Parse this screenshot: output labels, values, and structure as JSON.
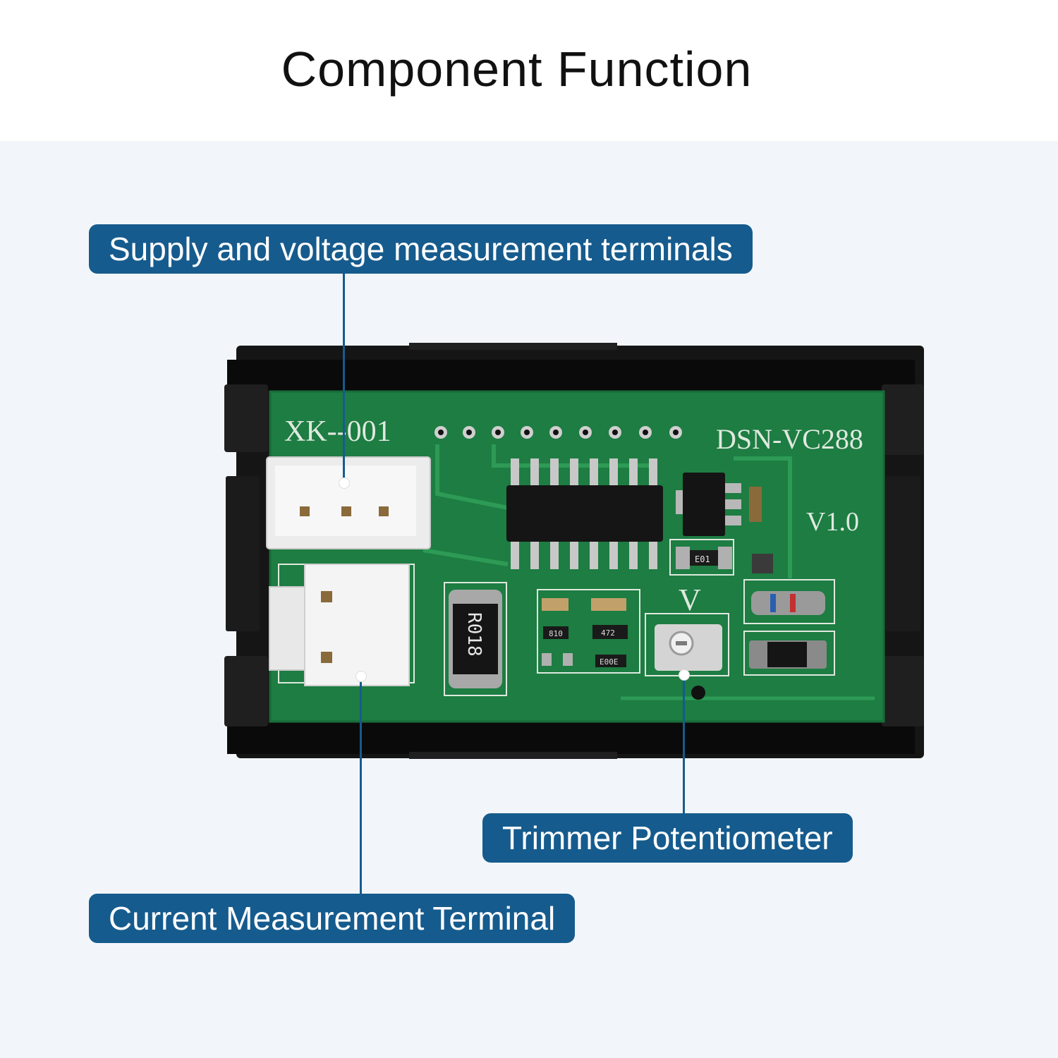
{
  "title": "Component Function",
  "callouts": {
    "supply": "Supply and voltage measurement terminals",
    "trimmer": "Trimmer Potentiometer",
    "current": "Current Measurement Terminal"
  },
  "board": {
    "model_left": "XK--001",
    "model_right": "DSN-VC288",
    "version": "V1.0",
    "pot_label": "V",
    "shunt_code": "R018",
    "smd_codes": [
      "E01",
      "810",
      "472",
      "E00E"
    ]
  },
  "colors": {
    "callout_bg": "#165b8d",
    "pcb": "#1d7d42",
    "background": "#f2f6fa"
  }
}
